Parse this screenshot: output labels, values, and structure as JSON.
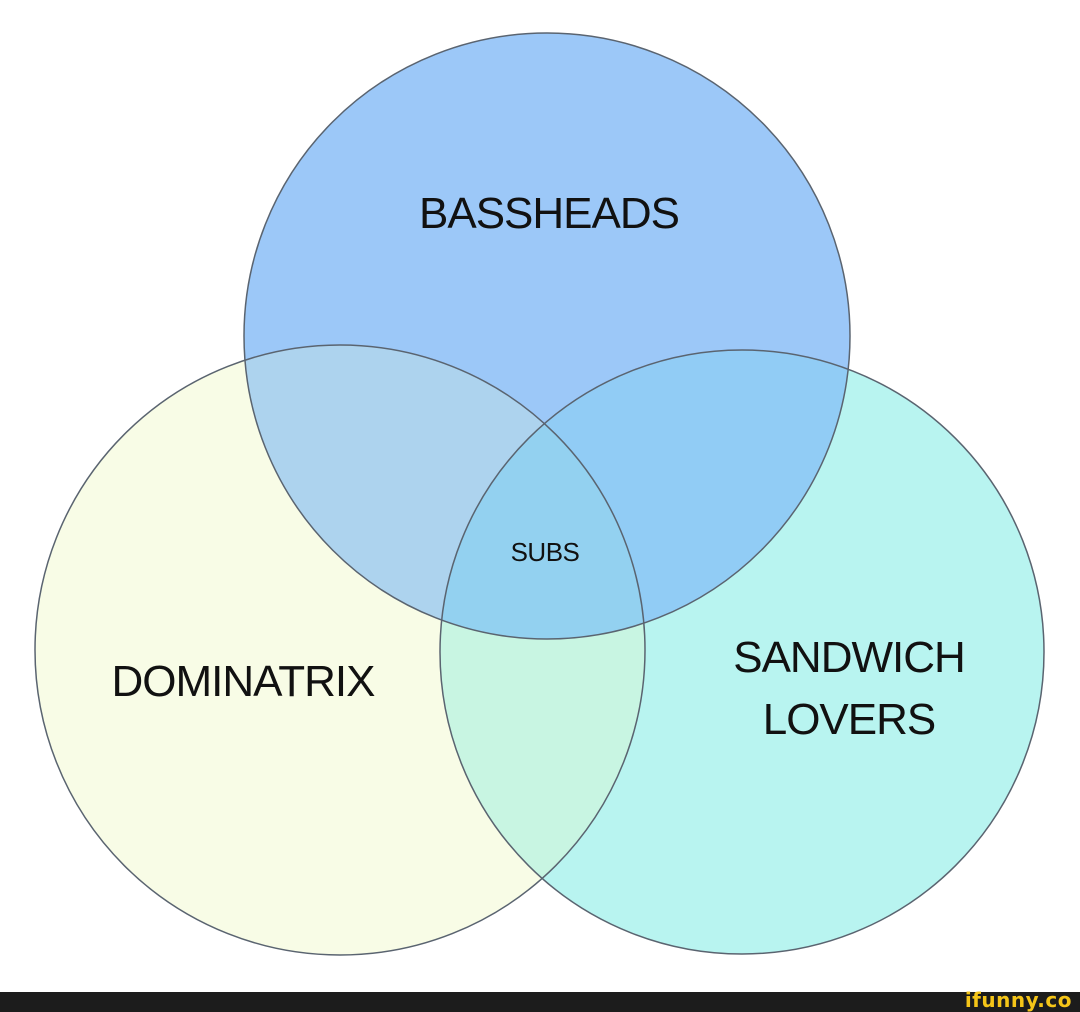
{
  "diagram": {
    "sets": [
      {
        "id": "top",
        "label_lines": [
          "BASSHEADS"
        ],
        "fill": "#9cc8f8"
      },
      {
        "id": "left",
        "label_lines": [
          "DOMINATRIX"
        ],
        "fill": "#f8fce6"
      },
      {
        "id": "right",
        "label_lines": [
          "SANDWICH",
          "LOVERS"
        ],
        "fill": "#b8f4f0"
      }
    ],
    "intersection_label": "SUBS",
    "colors": {
      "top_left": "#add3ee",
      "top_right": "#91ccf5",
      "left_right": "#c8f5e2",
      "center": "#93d1f0",
      "stroke": "#5a6470"
    }
  },
  "watermark": "ifunny.co"
}
